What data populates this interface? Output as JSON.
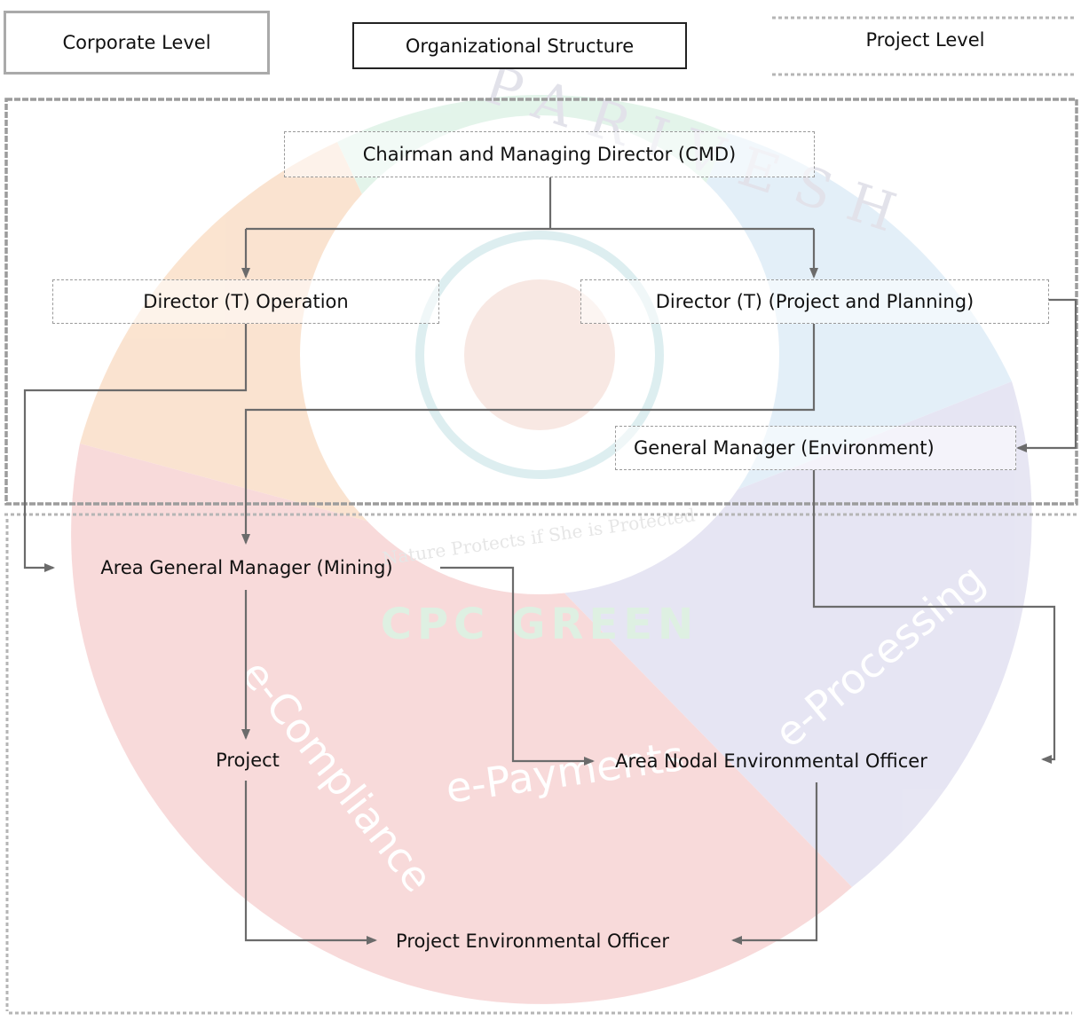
{
  "watermark": {
    "ring_words": [
      "e-Compliance",
      "e-Payments",
      "e-Processing"
    ],
    "seal_text": [
      "PARIVESH",
      "CPC GREEN",
      "Nature Protects if She is Protected"
    ],
    "colors": {
      "orange": "#f7c9a2",
      "red": "#f2b6b6",
      "blue": "#c9e1f3",
      "teal": "#c8ead7",
      "purple": "#cfcde8"
    }
  },
  "headers": {
    "corporate": "Corporate Level",
    "structure": "Organizational Structure",
    "project": "Project Level"
  },
  "nodes": {
    "cmd": "Chairman and Managing Director (CMD)",
    "dir_operation": "Director (T) Operation",
    "dir_planning": "Director (T) (Project and Planning)",
    "gm_environment": "General Manager (Environment)",
    "agm_mining": "Area General Manager (Mining)",
    "project": "Project",
    "area_nodal_officer": "Area Nodal Environmental Officer",
    "project_env_officer": "Project Environmental Officer"
  }
}
